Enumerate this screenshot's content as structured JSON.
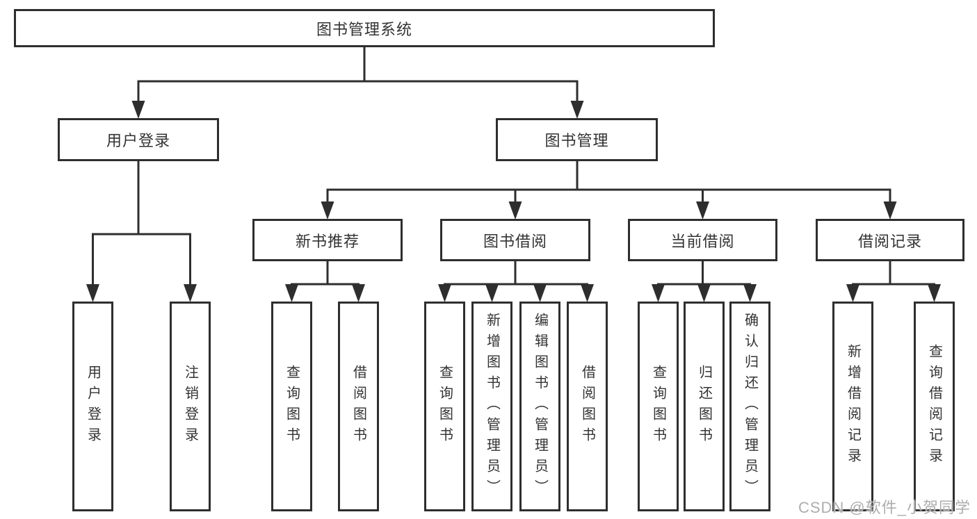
{
  "diagram": {
    "type": "hierarchy-tree",
    "nodes": {
      "root": "图书管理系统",
      "level2": [
        "用户登录",
        "图书管理"
      ],
      "level3": [
        "新书推荐",
        "图书借阅",
        "当前借阅",
        "借阅记录"
      ],
      "leaves_user_login": [
        "用户登录",
        "注销登录"
      ],
      "leaves_new_book": [
        "查询图书",
        "借阅图书"
      ],
      "leaves_book_borrow": [
        "查询图书",
        "新增图书（管理员）",
        "编辑图书（管理员）",
        "借阅图书"
      ],
      "leaves_current_borrow": [
        "查询图书",
        "归还图书",
        "确认归还（管理员）"
      ],
      "leaves_borrow_record": [
        "新增借阅记录",
        "查询借阅记录"
      ]
    },
    "edges": [
      "图书管理系统 -> 用户登录",
      "图书管理系统 -> 图书管理",
      "用户登录 -> 用户登录(叶)",
      "用户登录 -> 注销登录",
      "图书管理 -> 新书推荐",
      "图书管理 -> 图书借阅",
      "图书管理 -> 当前借阅",
      "图书管理 -> 借阅记录",
      "新书推荐 -> 查询图书",
      "新书推荐 -> 借阅图书",
      "图书借阅 -> 查询图书",
      "图书借阅 -> 新增图书（管理员）",
      "图书借阅 -> 编辑图书（管理员）",
      "图书借阅 -> 借阅图书",
      "当前借阅 -> 查询图书",
      "当前借阅 -> 归还图书",
      "当前借阅 -> 确认归还（管理员）",
      "借阅记录 -> 新增借阅记录",
      "借阅记录 -> 查询借阅记录"
    ]
  },
  "watermark": "CSDN @软件_小贺同学",
  "colors": {
    "line": "#2e2e2e",
    "box_border": "#2e2e2e",
    "text": "#333333",
    "background": "#ffffff",
    "watermark": "#adadad"
  }
}
